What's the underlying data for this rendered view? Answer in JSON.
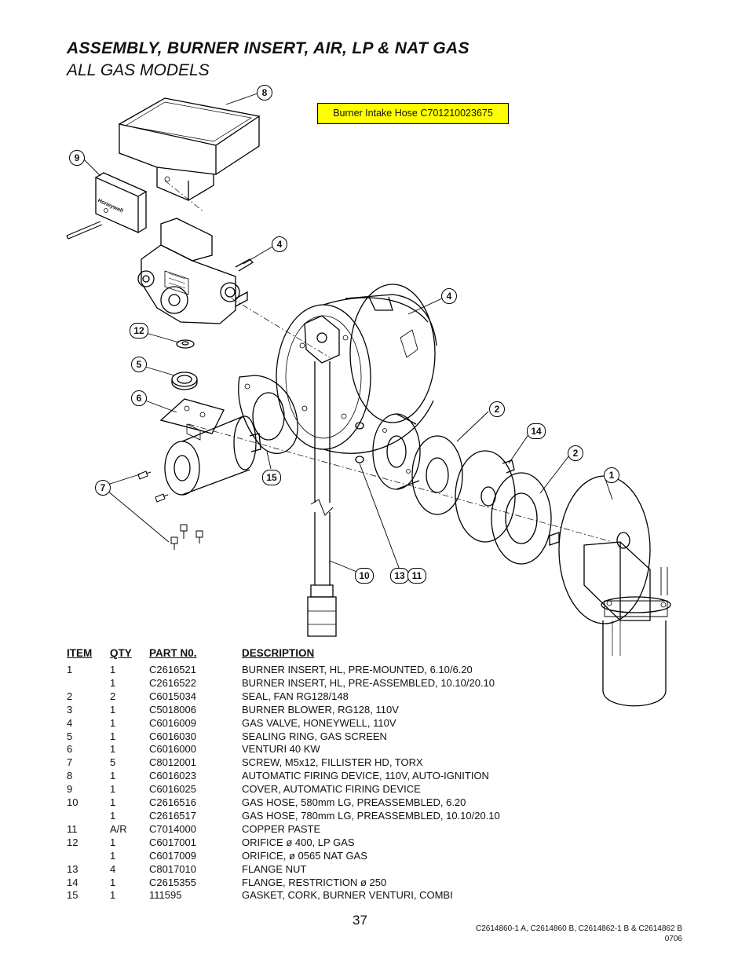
{
  "header": {
    "title": "ASSEMBLY, BURNER INSERT, AIR, LP & NAT GAS",
    "subtitle": "ALL GAS MODELS"
  },
  "diagram": {
    "note": "Burner Intake Hose  C701210023675",
    "device_label": "Honeywell",
    "callouts": [
      "8",
      "9",
      "4",
      "4",
      "12",
      "5",
      "6",
      "2",
      "14",
      "2",
      "1",
      "7",
      "15",
      "10",
      "13",
      "11"
    ]
  },
  "parts_table": {
    "headers": [
      "ITEM",
      "QTY",
      "PART N0.",
      "DESCRIPTION"
    ],
    "rows": [
      [
        "1",
        "1",
        "C2616521",
        "BURNER INSERT, HL, PRE-MOUNTED, 6.10/6.20"
      ],
      [
        "",
        "1",
        "C2616522",
        "BURNER INSERT, HL, PRE-ASSEMBLED, 10.10/20.10"
      ],
      [
        "2",
        "2",
        "C6015034",
        "SEAL, FAN RG128/148"
      ],
      [
        "3",
        "1",
        "C5018006",
        "BURNER BLOWER, RG128, 110V"
      ],
      [
        "4",
        "1",
        "C6016009",
        "GAS VALVE, HONEYWELL, 110V"
      ],
      [
        "5",
        "1",
        "C6016030",
        "SEALING RING, GAS SCREEN"
      ],
      [
        "6",
        "1",
        "C6016000",
        "VENTURI 40 KW"
      ],
      [
        "7",
        "5",
        "C8012001",
        "SCREW, M5x12, FILLISTER HD, TORX"
      ],
      [
        "8",
        "1",
        "C6016023",
        "AUTOMATIC FIRING DEVICE, 110V, AUTO-IGNITION"
      ],
      [
        "9",
        "1",
        "C6016025",
        "COVER, AUTOMATIC FIRING DEVICE"
      ],
      [
        "10",
        "1",
        "C2616516",
        "GAS HOSE, 580mm LG, PREASSEMBLED, 6.20"
      ],
      [
        "",
        "1",
        "C2616517",
        "GAS HOSE, 780mm LG, PREASSEMBLED, 10.10/20.10"
      ],
      [
        "11",
        "A/R",
        "C7014000",
        "COPPER PASTE"
      ],
      [
        "12",
        "1",
        "C6017001",
        "ORIFICE ø 400, LP GAS"
      ],
      [
        "",
        "1",
        "C6017009",
        "ORIFICE, ø 0565 NAT GAS"
      ],
      [
        "13",
        "4",
        "C8017010",
        "FLANGE NUT"
      ],
      [
        "14",
        "1",
        "C2615355",
        "FLANGE, RESTRICTION ø 250"
      ],
      [
        "15",
        "1",
        "111595",
        "GASKET, CORK, BURNER VENTURI, COMBI"
      ]
    ]
  },
  "footer": {
    "page_number": "37",
    "doc_ref_line1": "C2614860-1 A, C2614860 B, C2614862-1 B & C2614862 B",
    "doc_ref_line2": "0706"
  }
}
